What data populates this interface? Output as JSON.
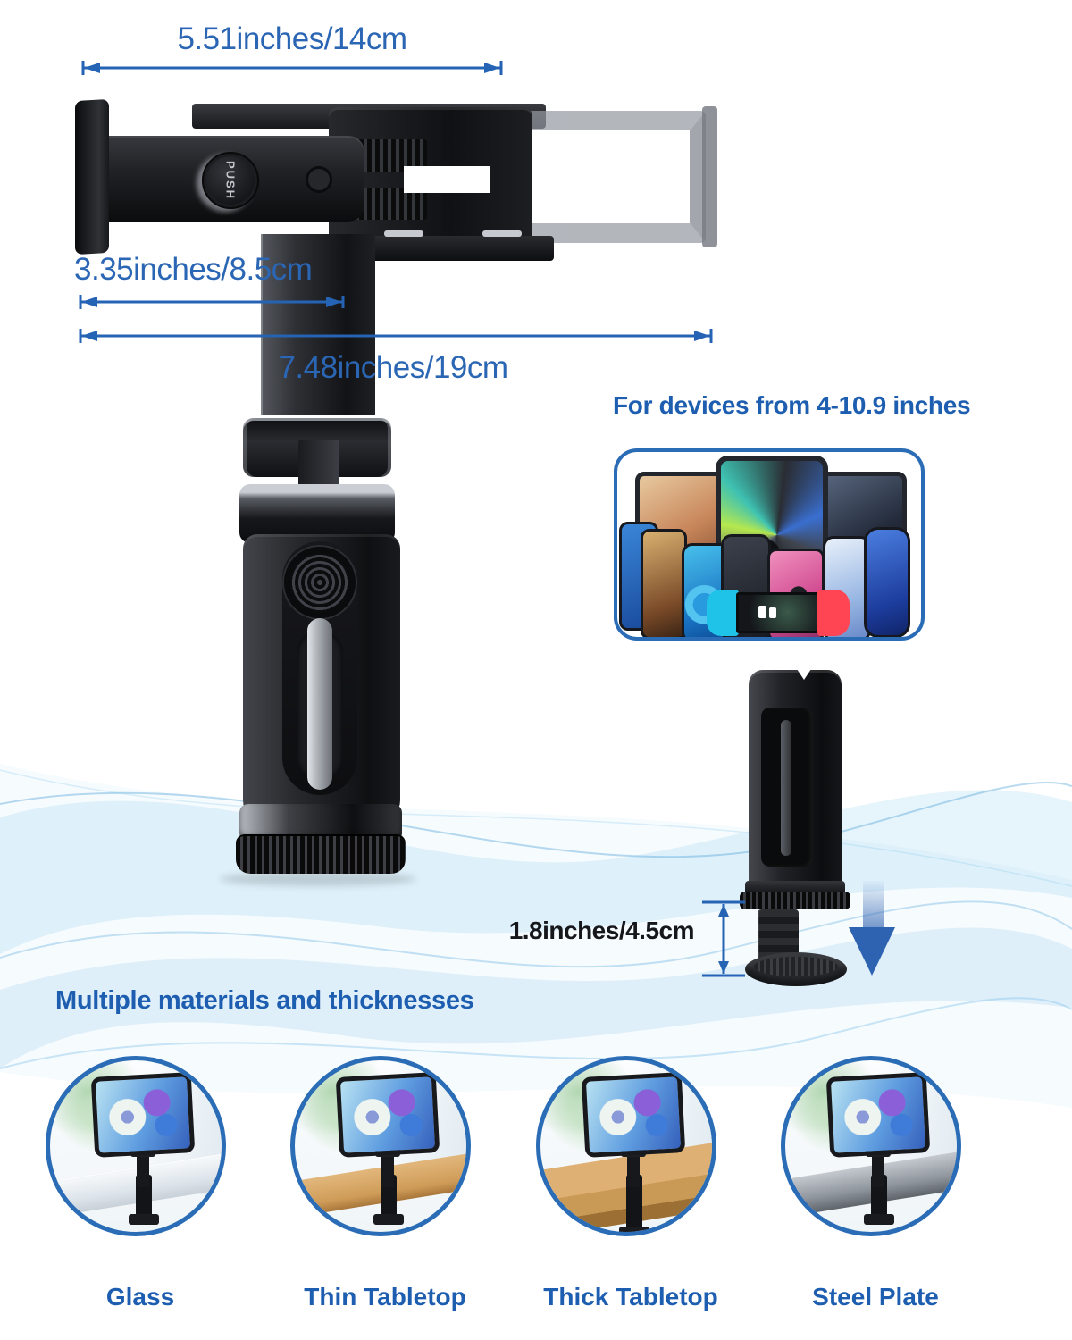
{
  "annotations": {
    "width_top": "5.51inches/14cm",
    "width_middle": "3.35inches/8.5cm",
    "width_full": "7.48inches/19cm",
    "clamp_range": "1.8inches/4.5cm"
  },
  "headings": {
    "devices": "For devices from 4-10.9 inches",
    "materials": "Multiple materials and thicknesses"
  },
  "product": {
    "push_label": "PUSH"
  },
  "materials": [
    {
      "label": "Glass"
    },
    {
      "label": "Thin Tabletop"
    },
    {
      "label": "Thick Tabletop"
    },
    {
      "label": "Steel Plate"
    }
  ],
  "colors": {
    "dimension_text": "#2b66b4",
    "heading_text": "#1e5eb0",
    "arrow": "#2563b4",
    "dark_text": "#15171a",
    "box_border": "#2a6cb5",
    "joycon_blue": "#1fc3e8",
    "joycon_red": "#ff4554"
  }
}
